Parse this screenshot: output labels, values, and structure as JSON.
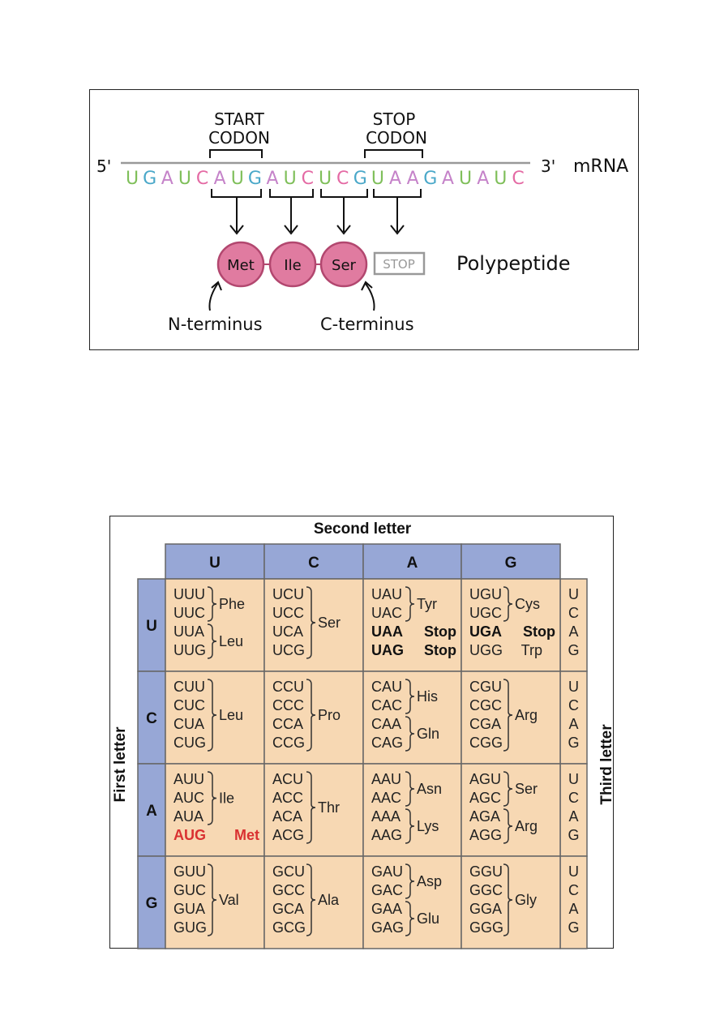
{
  "figure1": {
    "start_label_1": "START",
    "start_label_2": "CODON",
    "stop_label_1": "STOP",
    "stop_label_2": "CODON",
    "five_prime": "5'",
    "three_prime": "3'",
    "mrna_label": "mRNA",
    "sequence": [
      {
        "b": "U",
        "c": "#7fbf5a"
      },
      {
        "b": "G",
        "c": "#4aa8c9"
      },
      {
        "b": "A",
        "c": "#c583c9"
      },
      {
        "b": "U",
        "c": "#7fbf5a"
      },
      {
        "b": "C",
        "c": "#e46aa4"
      },
      {
        "b": "A",
        "c": "#c583c9"
      },
      {
        "b": "U",
        "c": "#7fbf5a"
      },
      {
        "b": "G",
        "c": "#4aa8c9"
      },
      {
        "b": "A",
        "c": "#c583c9"
      },
      {
        "b": "U",
        "c": "#7fbf5a"
      },
      {
        "b": "C",
        "c": "#e46aa4"
      },
      {
        "b": "U",
        "c": "#7fbf5a"
      },
      {
        "b": "C",
        "c": "#e46aa4"
      },
      {
        "b": "G",
        "c": "#4aa8c9"
      },
      {
        "b": "U",
        "c": "#7fbf5a"
      },
      {
        "b": "A",
        "c": "#c583c9"
      },
      {
        "b": "A",
        "c": "#c583c9"
      },
      {
        "b": "G",
        "c": "#4aa8c9"
      },
      {
        "b": "A",
        "c": "#c583c9"
      },
      {
        "b": "U",
        "c": "#7fbf5a"
      },
      {
        "b": "A",
        "c": "#c583c9"
      },
      {
        "b": "U",
        "c": "#7fbf5a"
      },
      {
        "b": "C",
        "c": "#e46aa4"
      }
    ],
    "amino_acids": [
      "Met",
      "Ile",
      "Ser"
    ],
    "stop_box": "STOP",
    "polypeptide_label": "Polypeptide",
    "n_terminus": "N-terminus",
    "c_terminus": "C-terminus",
    "aa_fill": "#e07ba0",
    "aa_stroke": "#b2476f"
  },
  "figure2": {
    "title_top": "Second letter",
    "title_left": "First letter",
    "title_right": "Third letter",
    "columns": [
      "U",
      "C",
      "A",
      "G"
    ],
    "rows": [
      "U",
      "C",
      "A",
      "G"
    ],
    "third": [
      "U",
      "C",
      "A",
      "G"
    ],
    "header_color": "#97a7d6",
    "cell_color": "#f7d8b3",
    "highlight_color": "#d93131",
    "cells": [
      [
        {
          "codons": [
            "UUU",
            "UUC",
            "UUA",
            "UUG"
          ],
          "groups": [
            {
              "from": 0,
              "to": 1,
              "aa": "Phe"
            },
            {
              "from": 2,
              "to": 3,
              "aa": "Leu"
            }
          ]
        },
        {
          "codons": [
            "UCU",
            "UCC",
            "UCA",
            "UCG"
          ],
          "groups": [
            {
              "from": 0,
              "to": 3,
              "aa": "Ser"
            }
          ]
        },
        {
          "codons": [
            "UAU",
            "UAC",
            "UAA",
            "UAG"
          ],
          "groups": [
            {
              "from": 0,
              "to": 1,
              "aa": "Tyr"
            }
          ],
          "singles": [
            {
              "i": 2,
              "aa": "Stop",
              "bold": true
            },
            {
              "i": 3,
              "aa": "Stop",
              "bold": true
            }
          ]
        },
        {
          "codons": [
            "UGU",
            "UGC",
            "UGA",
            "UGG"
          ],
          "groups": [
            {
              "from": 0,
              "to": 1,
              "aa": "Cys"
            }
          ],
          "singles": [
            {
              "i": 2,
              "aa": "Stop",
              "bold": true
            },
            {
              "i": 3,
              "aa": "Trp",
              "bold": false
            }
          ]
        }
      ],
      [
        {
          "codons": [
            "CUU",
            "CUC",
            "CUA",
            "CUG"
          ],
          "groups": [
            {
              "from": 0,
              "to": 3,
              "aa": "Leu"
            }
          ]
        },
        {
          "codons": [
            "CCU",
            "CCC",
            "CCA",
            "CCG"
          ],
          "groups": [
            {
              "from": 0,
              "to": 3,
              "aa": "Pro"
            }
          ]
        },
        {
          "codons": [
            "CAU",
            "CAC",
            "CAA",
            "CAG"
          ],
          "groups": [
            {
              "from": 0,
              "to": 1,
              "aa": "His"
            },
            {
              "from": 2,
              "to": 3,
              "aa": "Gln"
            }
          ]
        },
        {
          "codons": [
            "CGU",
            "CGC",
            "CGA",
            "CGG"
          ],
          "groups": [
            {
              "from": 0,
              "to": 3,
              "aa": "Arg"
            }
          ]
        }
      ],
      [
        {
          "codons": [
            "AUU",
            "AUC",
            "AUA",
            "AUG"
          ],
          "groups": [
            {
              "from": 0,
              "to": 2,
              "aa": "Ile"
            }
          ],
          "singles": [
            {
              "i": 3,
              "aa": "Met",
              "bold": true,
              "red": true
            }
          ]
        },
        {
          "codons": [
            "ACU",
            "ACC",
            "ACA",
            "ACG"
          ],
          "groups": [
            {
              "from": 0,
              "to": 3,
              "aa": "Thr"
            }
          ]
        },
        {
          "codons": [
            "AAU",
            "AAC",
            "AAA",
            "AAG"
          ],
          "groups": [
            {
              "from": 0,
              "to": 1,
              "aa": "Asn"
            },
            {
              "from": 2,
              "to": 3,
              "aa": "Lys"
            }
          ]
        },
        {
          "codons": [
            "AGU",
            "AGC",
            "AGA",
            "AGG"
          ],
          "groups": [
            {
              "from": 0,
              "to": 1,
              "aa": "Ser"
            },
            {
              "from": 2,
              "to": 3,
              "aa": "Arg"
            }
          ]
        }
      ],
      [
        {
          "codons": [
            "GUU",
            "GUC",
            "GUA",
            "GUG"
          ],
          "groups": [
            {
              "from": 0,
              "to": 3,
              "aa": "Val"
            }
          ]
        },
        {
          "codons": [
            "GCU",
            "GCC",
            "GCA",
            "GCG"
          ],
          "groups": [
            {
              "from": 0,
              "to": 3,
              "aa": "Ala"
            }
          ]
        },
        {
          "codons": [
            "GAU",
            "GAC",
            "GAA",
            "GAG"
          ],
          "groups": [
            {
              "from": 0,
              "to": 1,
              "aa": "Asp"
            },
            {
              "from": 2,
              "to": 3,
              "aa": "Glu"
            }
          ]
        },
        {
          "codons": [
            "GGU",
            "GGC",
            "GGA",
            "GGG"
          ],
          "groups": [
            {
              "from": 0,
              "to": 3,
              "aa": "Gly"
            }
          ]
        }
      ]
    ]
  }
}
